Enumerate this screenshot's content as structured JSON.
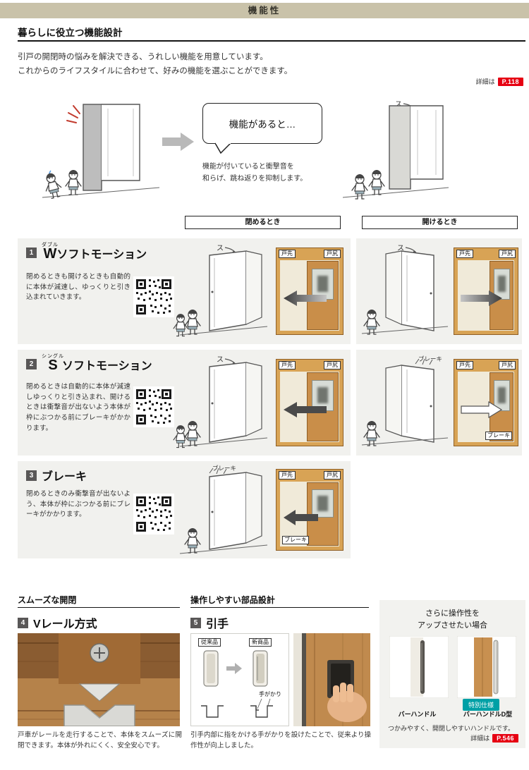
{
  "page": {
    "header": "機能性",
    "section_title": "暮らしに役立つ機能設計",
    "intro_line1": "引戸の開閉時の悩みを解決できる、うれしい機能を用意しています。",
    "intro_line2": "これからのライフスタイルに合わせて、好みの機能を選ぶことができます。",
    "detail_label": "詳細は",
    "detail_page": "P.118"
  },
  "hero": {
    "bubble_text": "機能があると…",
    "caption_line1": "機能が付いていると衝撃音を",
    "caption_line2": "和らげ、跳ね返りを抑制します。"
  },
  "sfx": {
    "slide": "ス"
  },
  "columns": {
    "close": "閉めるとき",
    "open": "開けるとき"
  },
  "diagram_labels": {
    "front": "戸先",
    "rear": "戸尻",
    "brake": "ブレーキ"
  },
  "features": [
    {
      "num": "1",
      "ruby": "ダブル",
      "letter": "W",
      "title_rest": "ソフトモーション",
      "desc": "閉めるときも開けるときも自動的に本体が減速し、ゆっくりと引き込まれていきます。"
    },
    {
      "num": "2",
      "ruby": "シングル",
      "letter": "S",
      "title_rest": "ソフトモーション",
      "desc": "閉めるときは自動的に本体が減速しゆっくりと引き込まれ、開けるときは衝撃音が出ないよう本体が枠にぶつかる前にブレーキがかかります。"
    },
    {
      "num": "3",
      "ruby": "",
      "letter": "",
      "title_rest": "ブレーキ",
      "desc": "閉めるときのみ衝撃音が出ないよう、本体が枠にぶつかる前にブレーキがかかります。"
    }
  ],
  "bottom": {
    "left_header": "スムーズな開閉",
    "mid_header": "操作しやすい部品設計",
    "vrail": {
      "num": "4",
      "title": "Vレール方式",
      "desc": "戸車がレールを走行することで、本体をスムーズに開閉できます。本体が外れにくく、安全安心です。"
    },
    "hikite": {
      "num": "5",
      "title": "引手",
      "old_label": "従来品",
      "new_label": "新商品",
      "tegakari": "手がかり",
      "desc": "引手内部に指をかける手がかりを設けたことで、従来より操作性が向上しました。"
    },
    "option": {
      "title_line1": "さらに操作性を",
      "title_line2": "アップさせたい場合",
      "badge": "特別仕様",
      "handle1": "バーハンドル",
      "handle2": "バーハンドルD型",
      "desc": "つかみやすく、開閉しやすいハンドルです。",
      "detail_label": "詳細は",
      "detail_page": "P.546"
    }
  },
  "colors": {
    "accent_red": "#e60012",
    "teal": "#00a0a6",
    "header_beige": "#c9c2a9"
  }
}
